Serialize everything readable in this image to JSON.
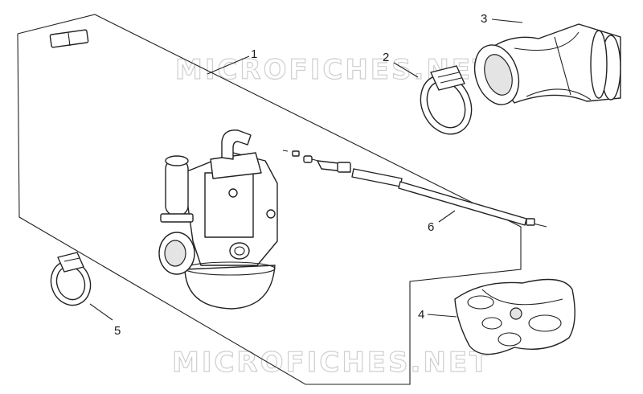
{
  "watermark": "MICROFICHES.NET",
  "callouts": [
    {
      "id": "1",
      "label": "1"
    },
    {
      "id": "2",
      "label": "2"
    },
    {
      "id": "3",
      "label": "3"
    },
    {
      "id": "4",
      "label": "4"
    },
    {
      "id": "5",
      "label": "5"
    },
    {
      "id": "6",
      "label": "6"
    }
  ],
  "parts": [
    {
      "callout": "1",
      "icon": "carburettor-icon"
    },
    {
      "callout": "2",
      "icon": "hose-clamp-icon"
    },
    {
      "callout": "3",
      "icon": "intake-manifold-icon"
    },
    {
      "callout": "4",
      "icon": "gasket-kit-icon"
    },
    {
      "callout": "5",
      "icon": "hose-clamp-icon"
    },
    {
      "callout": "6",
      "icon": "throttle-cable-icon"
    }
  ]
}
